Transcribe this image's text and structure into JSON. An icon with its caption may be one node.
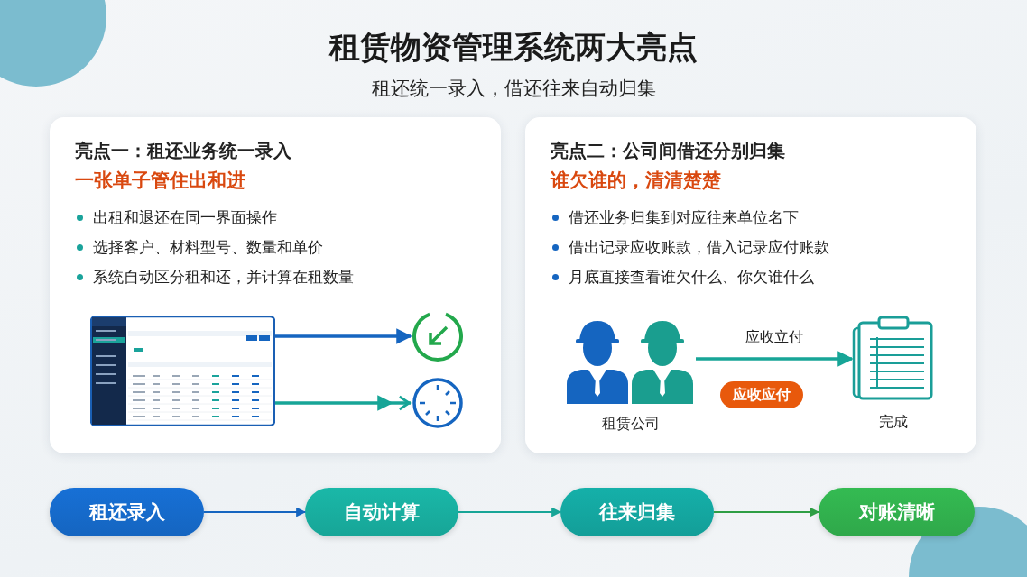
{
  "diagram": {
    "title": "租赁物资管理系统两大亮点",
    "nodes": [
      {
        "text": [
          "亮点一：租还业务统一录入",
          "一张单子管住出和进",
          "出租和退还在同一界面操作",
          "选择客户、材料型号、数量和单价",
          "系统自动区分租和还，并计算在租数量"
        ]
      },
      {
        "text": [],
        "shape": "picture",
        "in": 0
      },
      {
        "text": [],
        "shape": "picture",
        "in": 0
      },
      {
        "text": [],
        "shape": "picture",
        "in": 0
      },
      {
        "text": [
          "亮点二：公司间借还分别归集",
          "谁欠谁的，清清楚楚",
          "借还业务归集到对应往来单位名下",
          "借出记录应收账款，借入记录应付账款",
          "月底直接查看谁欠什么、你欠谁什么"
        ]
      },
      {
        "text": [],
        "shape": "person",
        "in": 4,
        "beside": [
          "租赁公司"
        ]
      },
      {
        "text": [],
        "shape": "picture",
        "in": 4,
        "beside": [
          "完成"
        ]
      },
      {
        "text": [
          "应收应付"
        ],
        "in": 4
      },
      {
        "text": [
          "租还录入"
        ]
      },
      {
        "text": [
          "自动计算"
        ]
      },
      {
        "text": [
          "往来归集"
        ]
      },
      {
        "text": [
          "对账清晰"
        ]
      }
    ],
    "edges": [
      {
        "from": 1,
        "to": 2,
        "arrow": "to",
        "color": "#1565c0"
      },
      {
        "from": 1,
        "to": 3,
        "arrow": "to"
      },
      {
        "from": 5,
        "to": 6,
        "arrow": "to",
        "label": "应收立付"
      },
      {
        "from": 8,
        "to": 9,
        "arrow": "to",
        "color": "#1565c0"
      },
      {
        "from": 9,
        "to": 10,
        "arrow": "to"
      },
      {
        "from": 10,
        "to": 11,
        "arrow": "to",
        "color": "#2e9e44"
      }
    ],
    "labels": [
      "租还统一录入，借还往来自动归集"
    ]
  }
}
